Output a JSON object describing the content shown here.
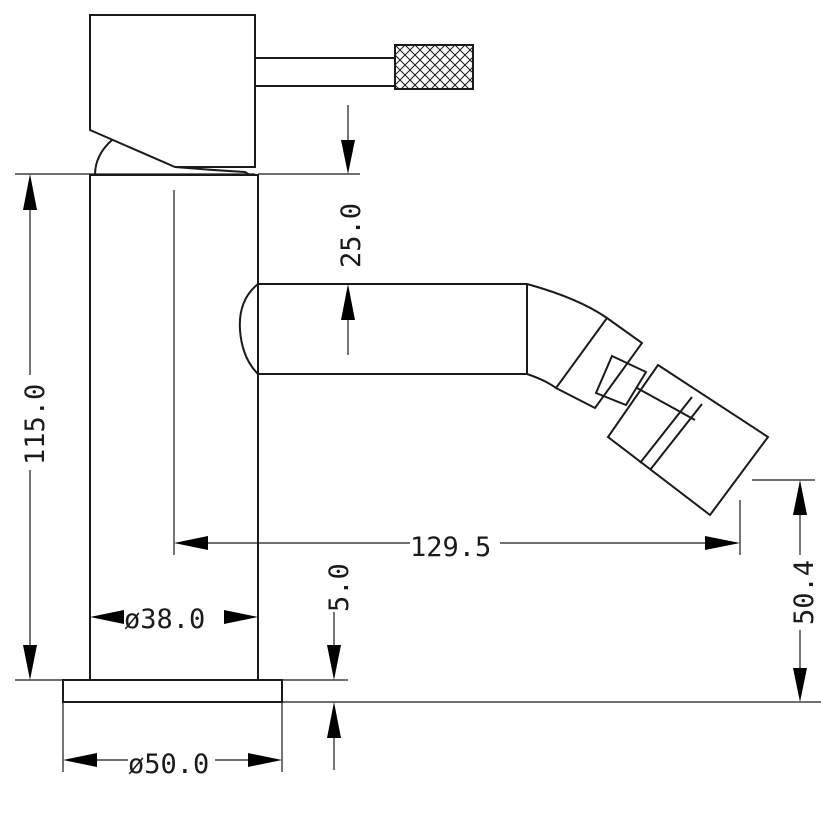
{
  "drawing": {
    "stroke_color": "#1a1a1a",
    "background": "#ffffff"
  },
  "dimensions": {
    "spout_drop": "25.0",
    "body_height": "115.0",
    "spout_reach": "129.5",
    "body_diameter": "ø38.0",
    "base_thickness": "5.0",
    "outlet_height": "50.4",
    "base_diameter": "ø50.0"
  }
}
